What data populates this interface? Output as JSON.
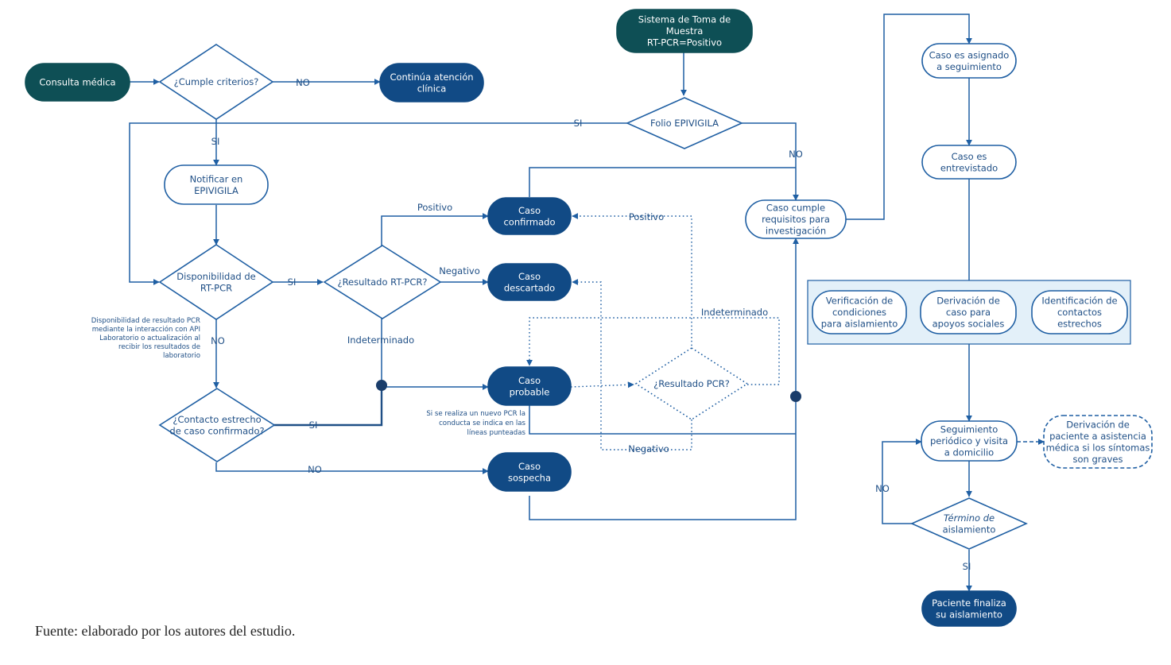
{
  "nodes": {
    "consulta": [
      "Consulta médica"
    ],
    "cumple": [
      "¿Cumple criterios?"
    ],
    "continua": [
      "Continúa atención",
      "clínica"
    ],
    "sistema": [
      "Sistema de Toma de",
      "Muestra",
      "RT-PCR=Positivo"
    ],
    "folio": [
      "Folio EPIVIGILA"
    ],
    "notificar": [
      "Notificar en",
      "EPIVIGILA"
    ],
    "disponibilidad": [
      "Disponibilidad de",
      "RT-PCR"
    ],
    "resultado_rtpcr": [
      "¿Resultado RT-PCR?"
    ],
    "confirmado": [
      "Caso",
      "confirmado"
    ],
    "descartado": [
      "Caso",
      "descartado"
    ],
    "probable": [
      "Caso",
      "probable"
    ],
    "resultado_pcr": [
      "¿Resultado PCR?"
    ],
    "sospecha": [
      "Caso",
      "sospecha"
    ],
    "contacto": [
      "¿Contacto estrecho",
      "de caso confirmado?"
    ],
    "cumple_req": [
      "Caso cumple",
      "requisitos para",
      "investigación"
    ],
    "asignado": [
      "Caso es asignado",
      "a seguimiento"
    ],
    "entrevistado": [
      "Caso es",
      "entrevistado"
    ],
    "verificacion": [
      "Verificación de",
      "condiciones",
      "para aislamiento"
    ],
    "derivacion_social": [
      "Derivación de",
      "caso para",
      "apoyos sociales"
    ],
    "identificacion": [
      "Identificación de",
      "contactos",
      "estrechos"
    ],
    "seguimiento": [
      "Seguimiento",
      "periódico y visita",
      "a domicilio"
    ],
    "derivacion_medica": [
      "Derivación de",
      "paciente a asistencia",
      "médica si los síntomas",
      "son graves"
    ],
    "termino": [
      "Término de",
      "aislamiento"
    ],
    "finaliza": [
      "Paciente finaliza",
      "su aislamiento"
    ]
  },
  "edge_labels": {
    "no_cumple": "NO",
    "si_cumple": "SI",
    "si_folio": "SI",
    "no_folio": "NO",
    "si_disp": "SI",
    "no_disp": "NO",
    "positivo": "Positivo",
    "negativo": "Negativo",
    "indeterminado": "Indeterminado",
    "si_contacto": "SI",
    "no_contacto": "NO",
    "positivo_dotted": "Positivo",
    "indeterminado_dotted": "Indeterminado",
    "negativo_dotted": "Negativo",
    "no_termino": "NO",
    "si_termino": "SI"
  },
  "notes": {
    "disponibilidad_nota": [
      "Disponibilidad de resultado PCR",
      "mediante la interacción con API",
      "Laboratorio  o actualización al",
      "recibir los resultados de",
      "laboratorio"
    ],
    "punteadas_nota": [
      "Si se realiza un nuevo PCR la",
      "conducta se indica en las",
      "líneas punteadas"
    ]
  },
  "source": "Fuente: elaborado por los autores del estudio.",
  "colors": {
    "dark_teal": "#0e4f55",
    "dark_blue": "#114a85",
    "outline": "#1f5fa3",
    "panel_fill": "#e3f0f9",
    "text_blue": "#1f4f86"
  }
}
